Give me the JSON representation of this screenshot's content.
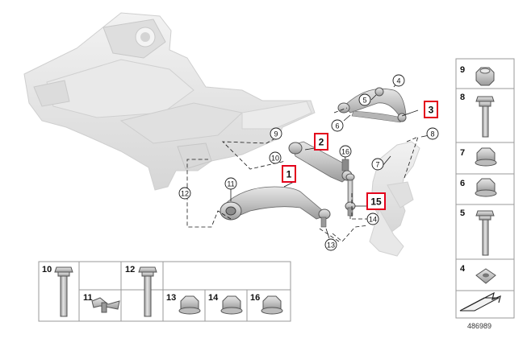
{
  "diagram": {
    "callouts": [
      {
        "n": "1",
        "hl": true
      },
      {
        "n": "2",
        "hl": true
      },
      {
        "n": "3",
        "hl": true
      },
      {
        "n": "4"
      },
      {
        "n": "5"
      },
      {
        "n": "6"
      },
      {
        "n": "7"
      },
      {
        "n": "8"
      },
      {
        "n": "9"
      },
      {
        "n": "10"
      },
      {
        "n": "11"
      },
      {
        "n": "12"
      },
      {
        "n": "13"
      },
      {
        "n": "14"
      },
      {
        "n": "15",
        "hl": true
      },
      {
        "n": "16"
      }
    ],
    "right_panel": [
      "9",
      "8",
      "7",
      "6",
      "5",
      "4"
    ],
    "bottom_panel": [
      "10",
      "11",
      "12",
      "13",
      "14",
      "16"
    ],
    "image_id": "486989",
    "highlight_color": "#e3001b",
    "line_color": "#1a1a1a",
    "part_color": "#c8c8c8"
  }
}
